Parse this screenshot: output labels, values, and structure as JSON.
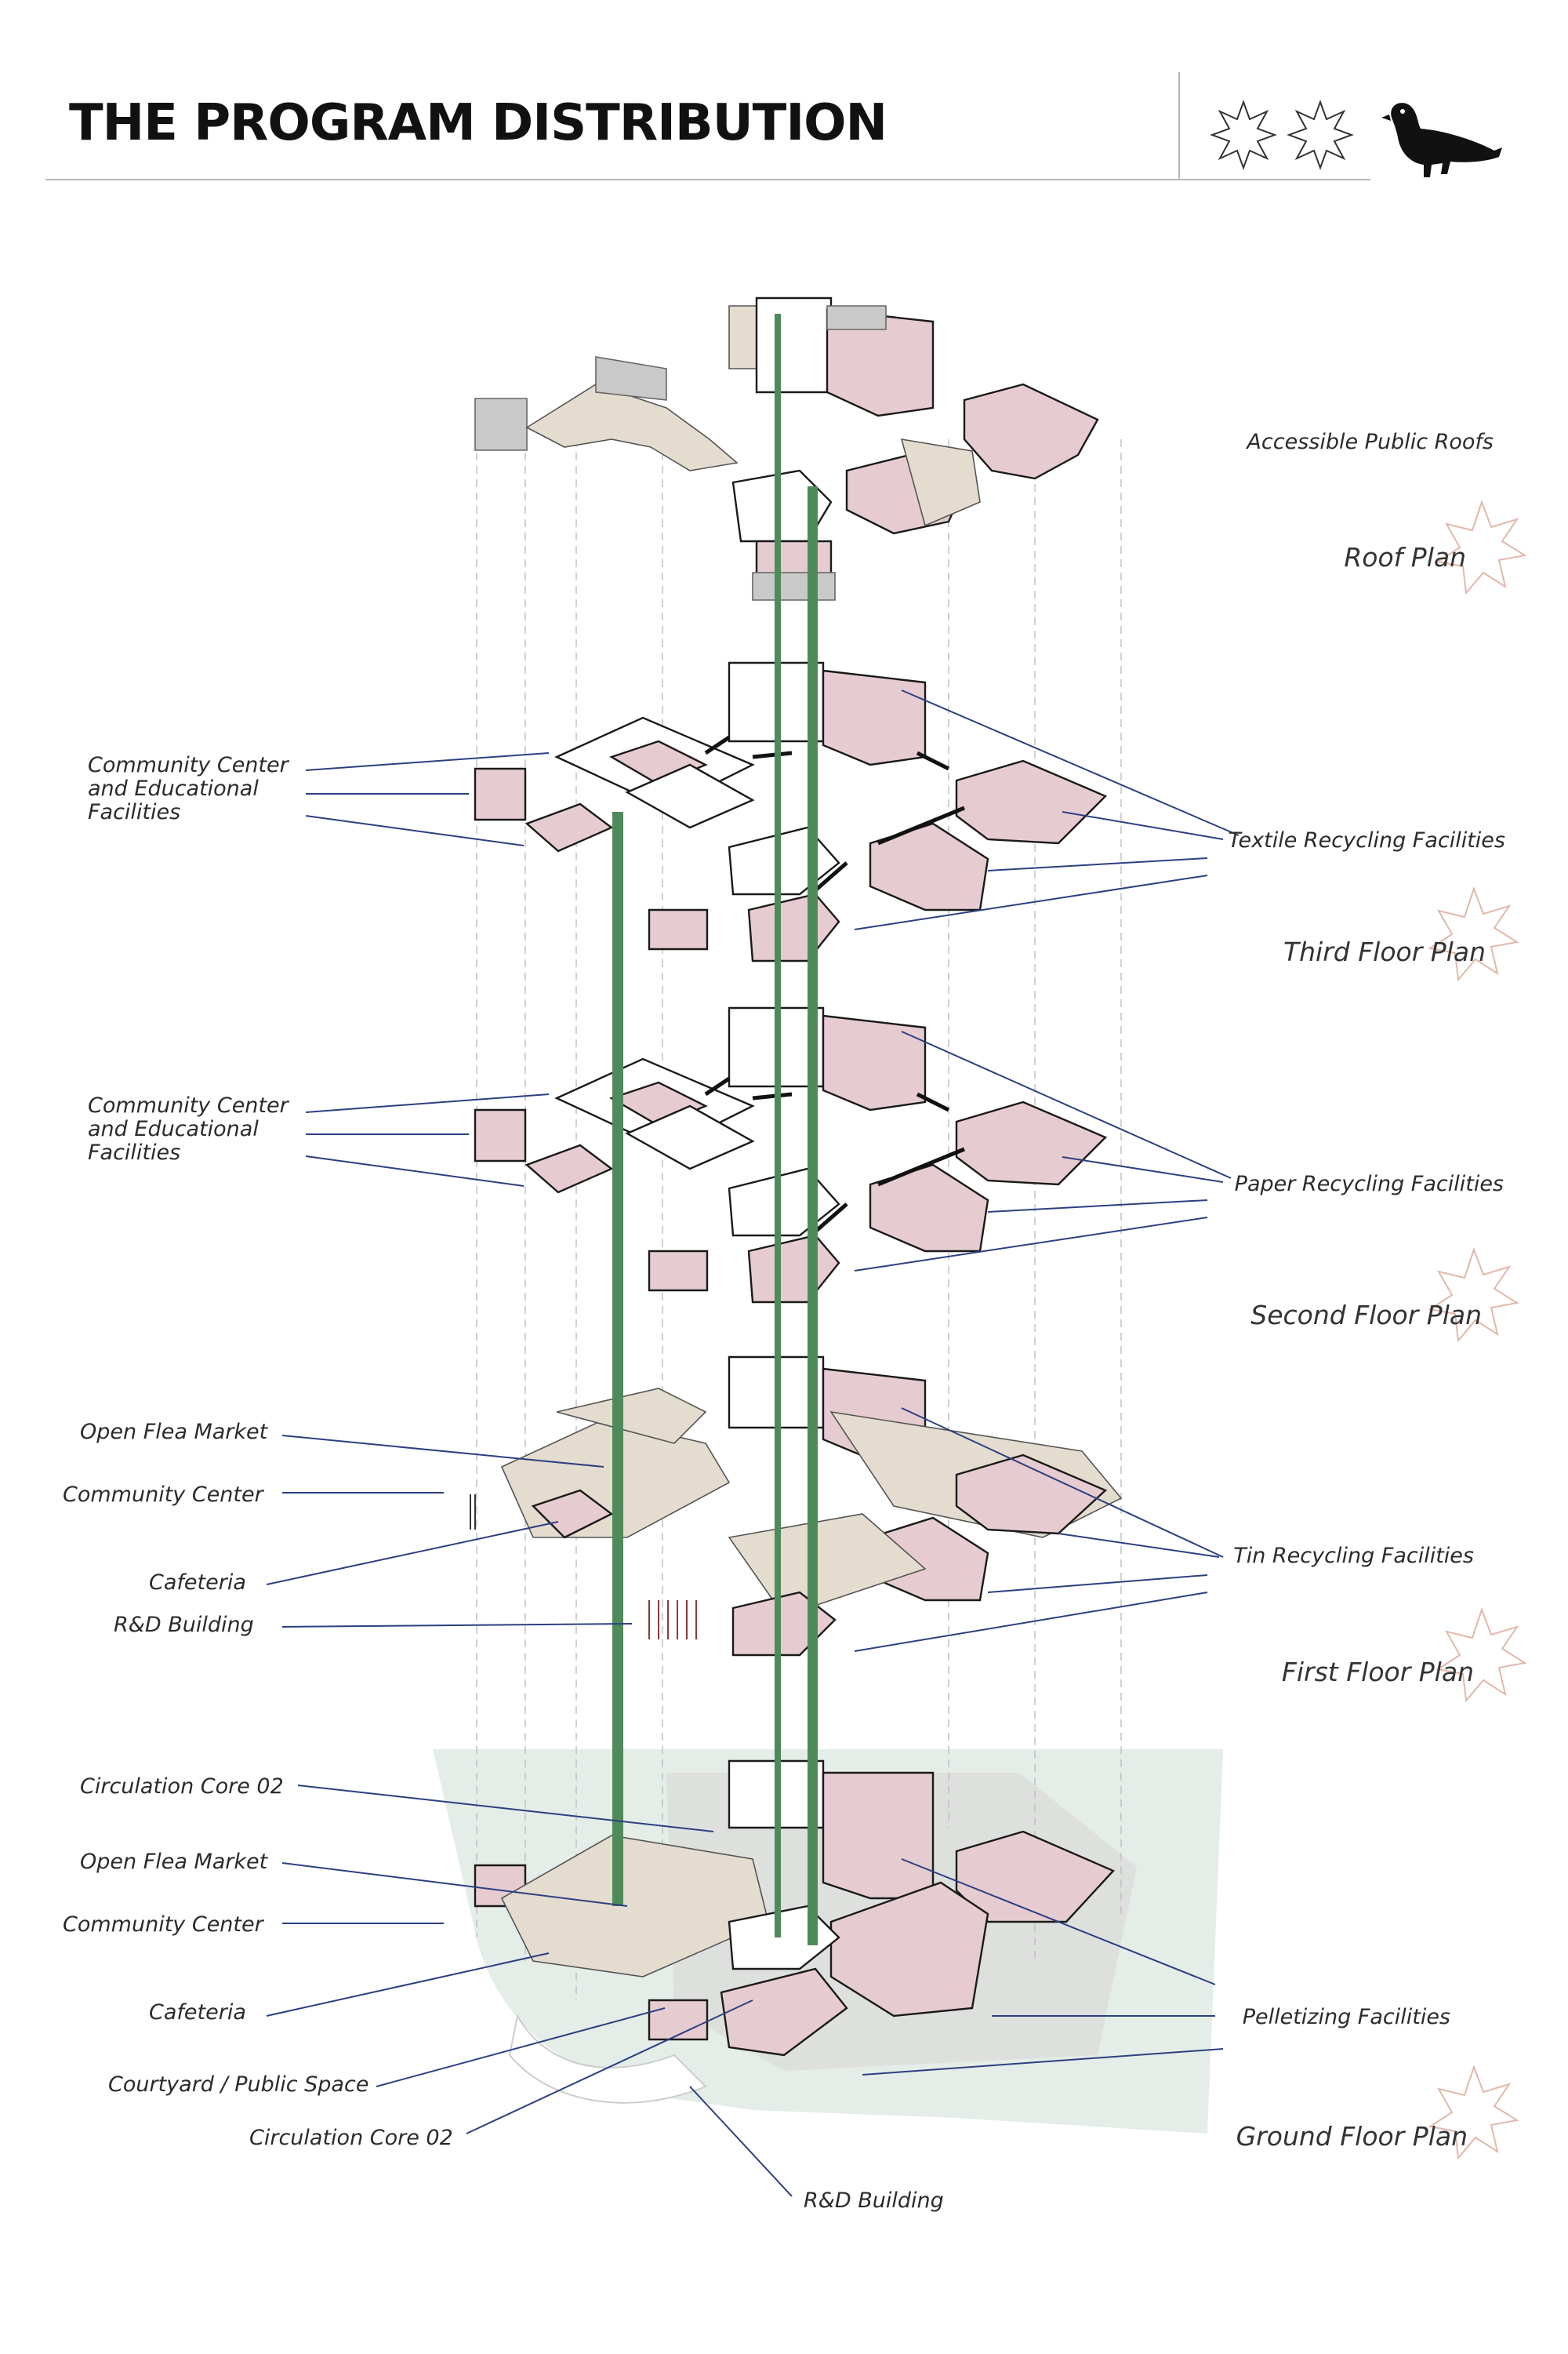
{
  "header": {
    "title": "THE PROGRAM DISTRIBUTION"
  },
  "colors": {
    "title": "#111111",
    "leader_lines": "#2c3f82",
    "program_rooms": "#e6ccd0",
    "public_slab": "#e4dccf",
    "circulation_core": "#4f8a5a",
    "site_landscape": "#dbe7df",
    "starburst_accent": "#e2b8aa"
  },
  "icons": [
    "starburst-icon",
    "starburst-icon",
    "pigeon-icon"
  ],
  "plans": {
    "roof": {
      "title": "Roof Plan",
      "labels_right": [
        "Accessible Public Roofs"
      ]
    },
    "third": {
      "title": "Third Floor Plan",
      "labels_left": [
        "Community Center",
        "and Educational",
        "Facilities"
      ],
      "labels_right": [
        "Textile Recycling Facilities"
      ]
    },
    "second": {
      "title": "Second Floor Plan",
      "labels_left": [
        "Community Center",
        "and Educational",
        "Facilities"
      ],
      "labels_right": [
        "Paper Recycling Facilities"
      ]
    },
    "first": {
      "title": "First Floor Plan",
      "labels_left": [
        "Open Flea Market",
        "Community Center",
        "Cafeteria",
        "R&D Building"
      ],
      "labels_right": [
        "Tin Recycling Facilities"
      ]
    },
    "ground": {
      "title": "Ground Floor Plan",
      "labels_left": [
        "Circulation Core 02",
        "Open Flea Market",
        "Community Center",
        "Cafeteria",
        "Courtyard / Public Space",
        "Circulation Core 02"
      ],
      "labels_right": [
        "Pelletizing Facilities"
      ],
      "label_bottom": "R&D Building"
    }
  }
}
